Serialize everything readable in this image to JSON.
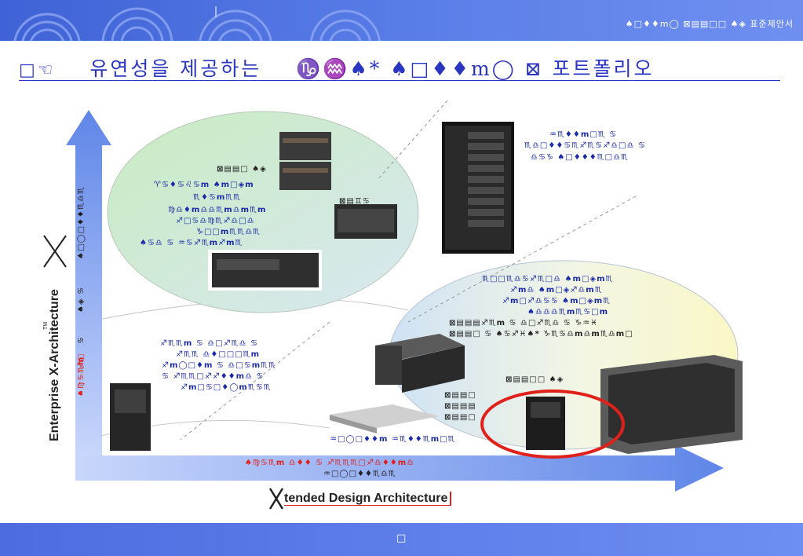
{
  "header": {
    "label": "♠□♦♦m◯ ⊠▤▤□□ ♠◈ 표준제안서",
    "page_title_prefix": "□☜",
    "page_title_main": "유연성을 제공하는",
    "page_title_suffix": "♑♒♠* ♠□♦♦m◯ ⊠ 포트폴리오"
  },
  "top_ellipse": {
    "title": "⊠▤▤□ ♠◈",
    "lines": [
      "♈♋♦♋♌♋m ♠m□◈m",
      "♏♦♋m♏♏",
      "♍♎♦m♎♎♏m♎m♏m",
      "♐□♋♎♍♏♐♎□♎",
      "♑□□m♏♏♎♏",
      "♠♋♎ ♋ ♒♋♐♏m♐m♏"
    ],
    "server_label": "⊠▤♊♋"
  },
  "top_right": {
    "lines": [
      "♒♏♦♦m□♏ ♋",
      "♏♎□♦♦♋♏♐♏♋♐♎□♎ ♋",
      "♎♋♑ ♠□♦♦♦♏□♎♏"
    ]
  },
  "bottom_ellipse": {
    "lines": [
      "♏□□♏♎♋♐♏□♎ ♠m□◈m♏",
      "♐m♎ ♠m□◈♐♎m♏",
      "♐m□♐♎♋♋ ♠m□◈m♏",
      "♠♎♎♎♏m♏♋□m",
      "⊠▤▤▤♐♏m ♋ ♎□♐♏♎ ♋ ♑♒♓",
      "⊠▤▤□ ♋ ♠♋♐♓♠* ♑♏♋♎m♎m♏♎m□"
    ],
    "server_label_a": "⊠▤▤□□ ♠◈",
    "server_label_b": "⊠▤▤□",
    "server_label_c": "⊠▤▤▤",
    "server_label_d": "⊠▤▤□",
    "rack_label": "♒□◯□♦♦m ♒♏♦♦♏m□♏"
  },
  "left_mid": {
    "lines": [
      "♐♏♏m ♋ ♎□♐♏♎ ♋",
      "♐♏♏ ♎♦□□□♏m",
      "♐m◯□♦m ♋ ♎□♋m♏♏",
      "♋ ♐♏♏□♐♐♦♦m♎ ♋",
      "♐m□♋□♦◯m♏♋♏"
    ]
  },
  "y_axis": {
    "title": "Enterprise X-Architecture",
    "tm": "TM",
    "segments": [
      "♠♍♋♏m",
      "♐□",
      "♋",
      "♠◈ ♋",
      "♠□◯□♦♦♏♎♏"
    ]
  },
  "x_axis": {
    "title": "tended Design Architecture",
    "caption_line1": "♠♍♋♏m ♎♦♦ ♋ ♐♏♏♏□♐♎♦♦m♎",
    "caption_line2": "♒□◯□♦♦♏♎♏"
  },
  "footer": {
    "icon": "□"
  },
  "colors": {
    "accent": "#2a35c0",
    "highlight_red": "#e0201a",
    "axis_blue": "#6f8ff0",
    "top_ellipse": "#cfe9c6",
    "bottom_ellipse": "#e8eef0"
  }
}
